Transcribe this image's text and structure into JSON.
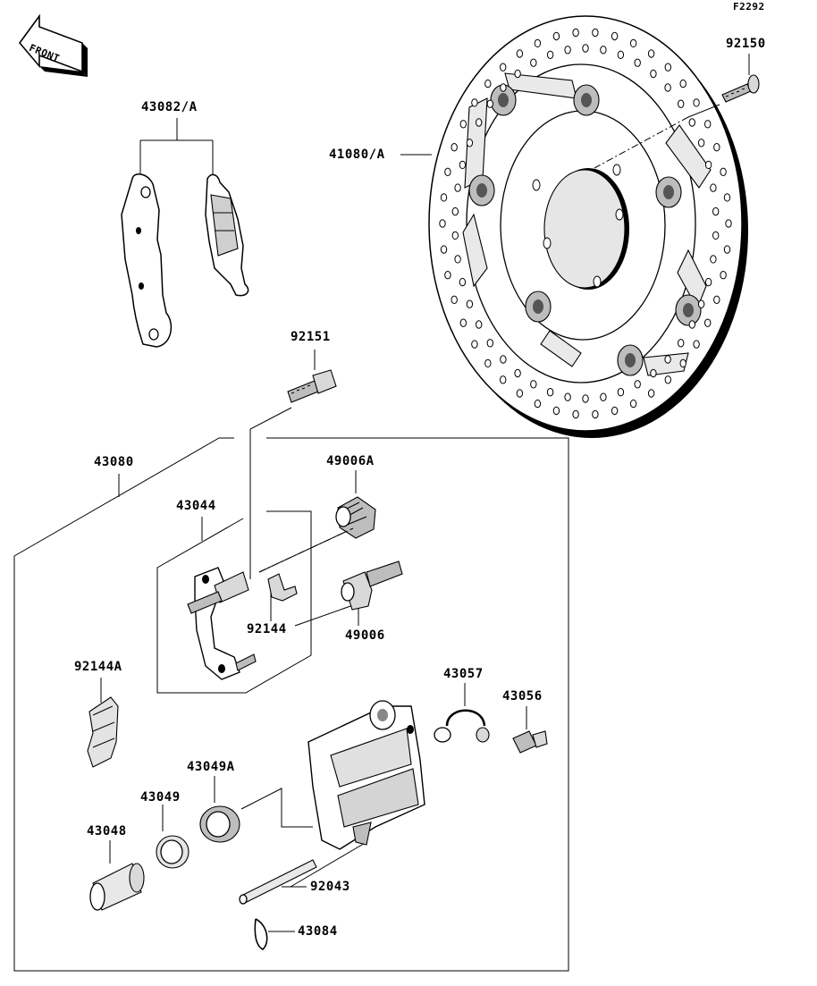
{
  "diagram": {
    "figure_id": "F2292",
    "front_label": "FRONT",
    "parts": [
      {
        "id": "disc",
        "number": "41080/A"
      },
      {
        "id": "disc-bolt",
        "number": "92150"
      },
      {
        "id": "pad-set",
        "number": "43082/A"
      },
      {
        "id": "caliper-bolt",
        "number": "92151"
      },
      {
        "id": "caliper-assy",
        "number": "43080"
      },
      {
        "id": "dust-boot-a",
        "number": "49006A"
      },
      {
        "id": "bracket",
        "number": "43044"
      },
      {
        "id": "boot-clip",
        "number": "92144"
      },
      {
        "id": "dust-boot",
        "number": "49006"
      },
      {
        "id": "pad-spring",
        "number": "92144A"
      },
      {
        "id": "bleeder-cap",
        "number": "43057"
      },
      {
        "id": "bleeder-valve",
        "number": "43056"
      },
      {
        "id": "piston-seal",
        "number": "43049A"
      },
      {
        "id": "dust-seal",
        "number": "43049"
      },
      {
        "id": "piston",
        "number": "43048"
      },
      {
        "id": "pad-pin",
        "number": "92043"
      },
      {
        "id": "pin-clip",
        "number": "43084"
      }
    ]
  }
}
